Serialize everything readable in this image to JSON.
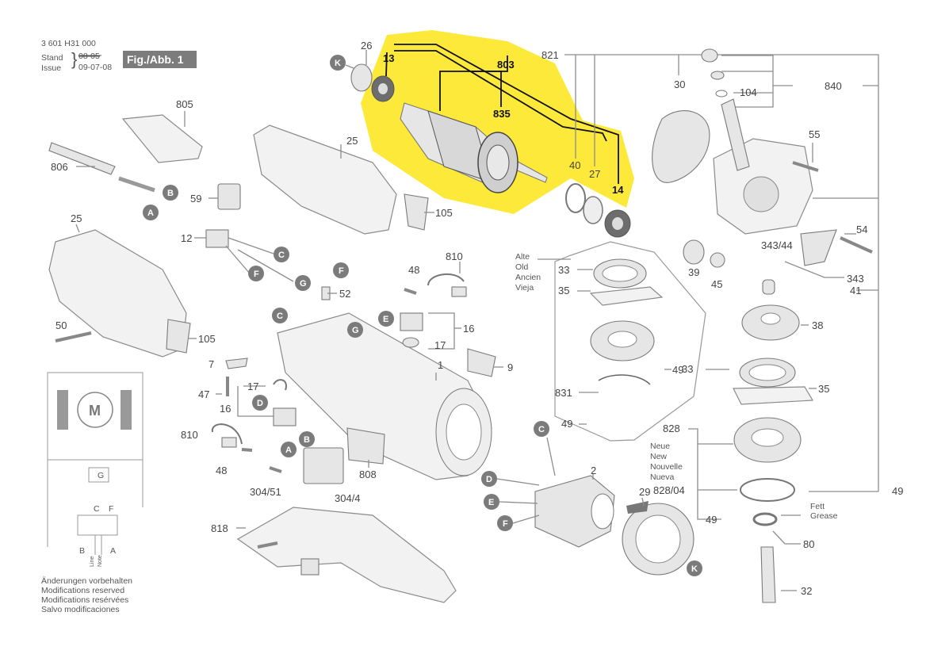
{
  "header": {
    "doc_number": "3 601 H31 000",
    "stand_label": "Stand",
    "issue_label": "Issue",
    "old_date": "08-05",
    "new_date": "09-07-08",
    "fig_label": "Fig./Abb. 1"
  },
  "footer": {
    "lines": [
      "Änderungen vorbehalten",
      "Modifications reserved",
      "Modifications resérvées",
      "Salvo modificaciones"
    ]
  },
  "legend_old": [
    "Alte",
    "Old",
    "Ancien",
    "Vieja"
  ],
  "legend_new": [
    "Neue",
    "New",
    "Nouvelle",
    "Nueva"
  ],
  "grease": [
    "Fett",
    "Grease"
  ],
  "schematic": {
    "motor": "M",
    "g": "G",
    "c": "C",
    "f": "F",
    "b": "B",
    "a": "A",
    "line": "Line",
    "note": "Note"
  },
  "part_numbers": {
    "p26": "26",
    "p13": "13",
    "p803": "803",
    "p835": "835",
    "p14": "14",
    "p821": "821",
    "p840": "840",
    "p104": "104",
    "p30": "30",
    "p40": "40",
    "p27": "27",
    "p55": "55",
    "p54": "54",
    "p343_44": "343/44",
    "p343": "343",
    "p39": "39",
    "p45": "45",
    "p41": "41",
    "p38": "38",
    "p33a": "33",
    "p35a": "35",
    "p49a": "49",
    "p831": "831",
    "p49b": "49",
    "p33b": "33",
    "p35b": "35",
    "p828": "828",
    "p828_04": "828/04",
    "p49c": "49",
    "p49d": "49",
    "p80": "80",
    "p32": "32",
    "p805": "805",
    "p806": "806",
    "p25a": "25",
    "p59": "59",
    "p105a": "105",
    "p25b": "25",
    "p12": "12",
    "p50": "50",
    "p105b": "105",
    "p810a": "810",
    "p48a": "48",
    "p52": "52",
    "p16a": "16",
    "p17a": "17",
    "p1": "1",
    "p9": "9",
    "p7": "7",
    "p47": "47",
    "p17b": "17",
    "p16b": "16",
    "p810b": "810",
    "p48b": "48",
    "p304_51": "304/51",
    "p304_4": "304/4",
    "p808": "808",
    "p818": "818",
    "p2": "2",
    "p29": "29"
  },
  "callouts": {
    "K1": "K",
    "B1": "B",
    "A1": "A",
    "C1": "C",
    "F1": "F",
    "G1": "G",
    "F2": "F",
    "C2": "C",
    "E1": "E",
    "G2": "G",
    "D1": "D",
    "B2": "B",
    "A2": "A",
    "C3": "C",
    "D2": "D",
    "E2": "E",
    "F3": "F",
    "K2": "K"
  },
  "colors": {
    "highlight": "#fde93a",
    "line": "#8d8d8d",
    "callout": "#7b7b7b",
    "text": "#444444"
  }
}
